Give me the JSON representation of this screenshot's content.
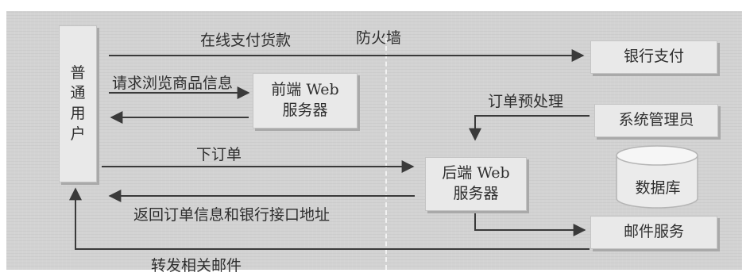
{
  "firewall": "防火墙",
  "nodes": {
    "user": [
      "普",
      "通",
      "用",
      "户"
    ],
    "frontend": "前端 Web\n服务器",
    "backend": "后端 Web\n服务器",
    "bank": "银行支付",
    "admin": "系统管理员",
    "database": "数据库",
    "mail": "邮件服务"
  },
  "edges": {
    "pay_online": "在线支付货款",
    "browse_request": "请求浏览商品信息",
    "order_preprocess": "订单预处理",
    "place_order": "下订单",
    "return_order_info": "返回订单信息和银行接口地址",
    "forward_mail": "转发相关邮件"
  }
}
